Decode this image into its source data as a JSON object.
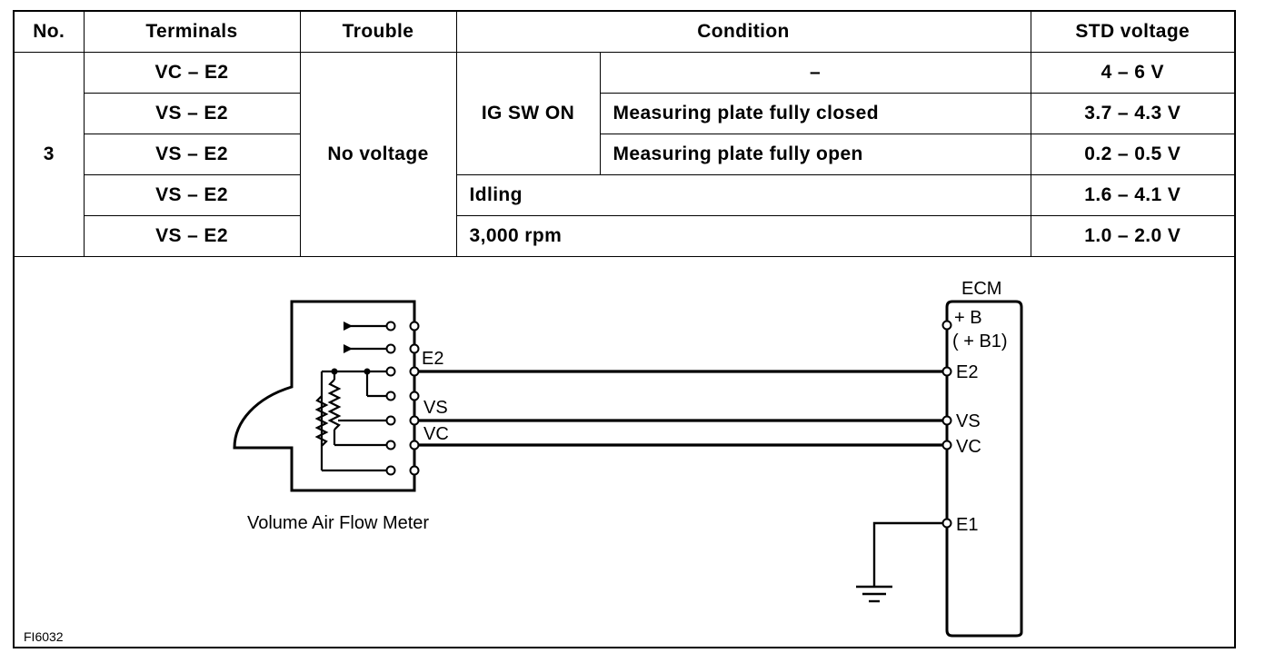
{
  "table": {
    "headers": {
      "no": "No.",
      "terminals": "Terminals",
      "trouble": "Trouble",
      "condition": "Condition",
      "std_voltage": "STD voltage"
    },
    "no": "3",
    "trouble": "No voltage",
    "ig_sw_on": "IG SW ON",
    "rows": [
      {
        "terminals": "VC – E2",
        "condition": "–",
        "voltage": "4 – 6 V"
      },
      {
        "terminals": "VS – E2",
        "condition": "Measuring plate fully closed",
        "voltage": "3.7 – 4.3 V"
      },
      {
        "terminals": "VS – E2",
        "condition": "Measuring plate fully open",
        "voltage": "0.2 – 0.5 V"
      },
      {
        "terminals": "VS – E2",
        "condition": "Idling",
        "voltage": "1.6 – 4.1 V"
      },
      {
        "terminals": "VS – E2",
        "condition": "3,000 rpm",
        "voltage": "1.0 – 2.0 V"
      }
    ]
  },
  "diagram": {
    "ecm_label": "ECM",
    "ecm_pins": {
      "b": "+ B",
      "b1": "( + B1)",
      "e2": "E2",
      "vs": "VS",
      "vc": "VC",
      "e1": "E1"
    },
    "meter_pins": {
      "e2": "E2",
      "vs": "VS",
      "vc": "VC"
    },
    "meter_caption": "Volume Air Flow Meter",
    "figure_id": "FI6032"
  }
}
